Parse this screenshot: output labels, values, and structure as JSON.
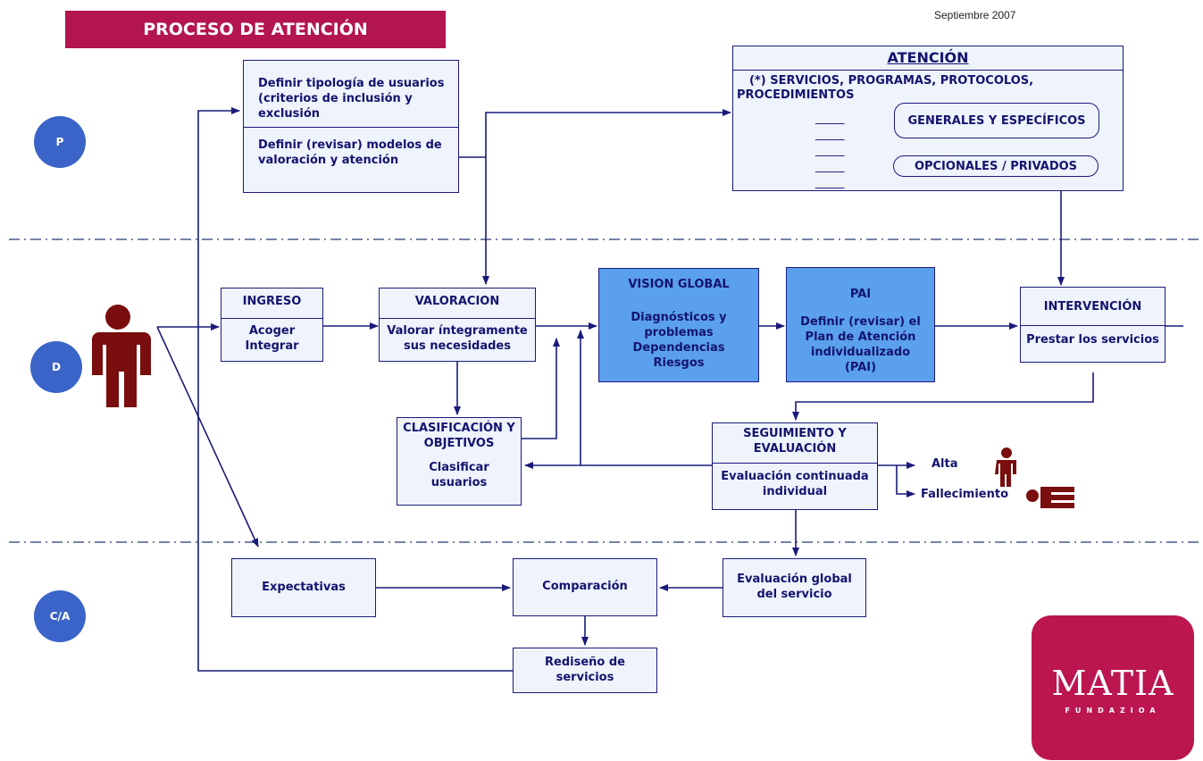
{
  "header": {
    "title": "PROCESO DE ATENCIÓN",
    "date": "Septiembre 2007"
  },
  "lanes": {
    "p": "P",
    "d": "D",
    "ca": "C/A"
  },
  "planning": {
    "tipologia": "Definir tipología de usuarios (criterios de inclusión y exclusión",
    "modelos": "Definir (revisar) modelos de valoración y atención"
  },
  "atencion": {
    "title": "ATENCIÓN",
    "subtitle": "(*) SERVICIOS, PROGRAMAS, PROTOCOLOS, PROCEDIMIENTOS",
    "generales": "GENERALES Y ESPECÍFICOS",
    "opcionales": "OPCIONALES / PRIVADOS",
    "placeholder": "_____"
  },
  "ingreso": {
    "title": "INGRESO",
    "line1": "Acoger",
    "line2": "Integrar"
  },
  "valoracion": {
    "title": "VALORACION",
    "text": "Valorar íntegramente sus necesidades"
  },
  "vision": {
    "title": "VISION GLOBAL",
    "text": "Diagnósticos y problemas Dependencias Riesgos"
  },
  "pai": {
    "title": "PAI",
    "text": "Definir (revisar) el Plan de Atención individualizado (PAI)"
  },
  "intervencion": {
    "title": "INTERVENCIÓN",
    "text": "Prestar los servicios"
  },
  "clasificacion": {
    "title": "CLASIFICACIÓN Y OBJETIVOS",
    "text": "Clasificar usuarios"
  },
  "seguimiento": {
    "title": "SEGUIMIENTO Y EVALUACIÓN",
    "text": "Evaluación continuada individual"
  },
  "outcomes": {
    "alta": "Alta",
    "fallecimiento": "Fallecimiento"
  },
  "expectativas": "Expectativas",
  "comparacion": "Comparación",
  "evaluacion_global": "Evaluación global del servicio",
  "rediseno": "Rediseño de servicios",
  "logo": {
    "name": "MATIA",
    "sub": "FUNDAZIOA"
  },
  "colors": {
    "accent": "#b3154e",
    "navy": "#1a1a7a",
    "box_fill": "#eef3fc",
    "box_dark": "#5aa0ec",
    "person": "#7a0d0d",
    "lane_circle": "#3b64c8"
  }
}
